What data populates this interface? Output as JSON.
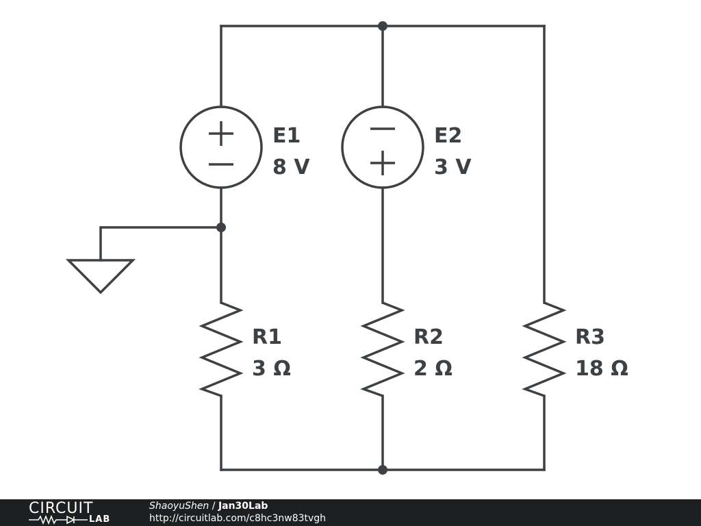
{
  "components": {
    "E1": {
      "name": "E1",
      "value": "8 V"
    },
    "E2": {
      "name": "E2",
      "value": "3 V"
    },
    "R1": {
      "name": "R1",
      "value": "3 Ω"
    },
    "R2": {
      "name": "R2",
      "value": "2 Ω"
    },
    "R3": {
      "name": "R3",
      "value": "18 Ω"
    }
  },
  "footer": {
    "brand_top": "CIRCUIT",
    "brand_bottom": "LAB",
    "author": "ShaoyuShen",
    "separator": " / ",
    "project": "Jan30Lab",
    "url": "http://circuitlab.com/c8hc3nw83tvgh"
  },
  "colors": {
    "wire": "#3d4144",
    "footer_bg": "#1d1f21"
  }
}
